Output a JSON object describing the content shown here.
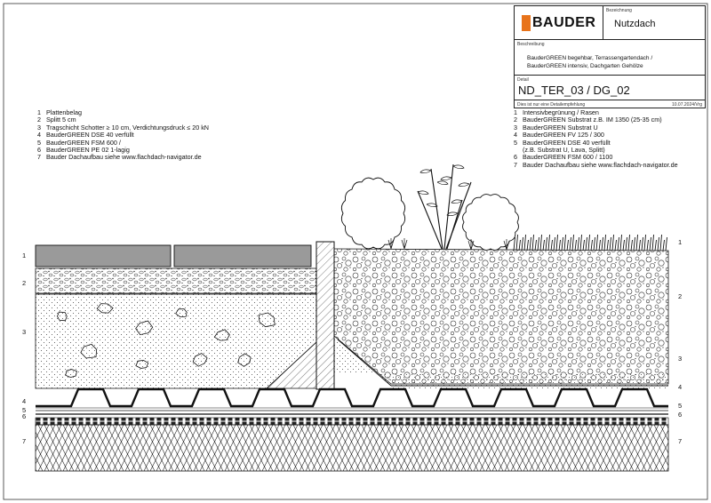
{
  "title_block": {
    "logo_text": "BAUDER",
    "designation_caption": "Bezeichnung",
    "designation": "Nutzdach",
    "description_caption": "Beschreibung",
    "description_line1": "BauderGREEN begehbar, Terrassengartendach /",
    "description_line2": "BauderGREEN intensiv, Dachgarten Gehölze",
    "detail_caption": "Detail",
    "detail_code": "ND_TER_03 / DG_02",
    "footer_note": "Dies ist nur eine Detailempfehlung",
    "date": "10.07.2024/Vrg"
  },
  "legend_left": [
    {
      "n": "1",
      "text": "Plattenbelag"
    },
    {
      "n": "2",
      "text": "Splitt 5 cm"
    },
    {
      "n": "3",
      "text": "Tragschicht Schotter ≥ 10 cm, Verdichtungsdruck ≤ 20 kN"
    },
    {
      "n": "4",
      "text": "BauderGREEN DSE 40 verfüllt"
    },
    {
      "n": "5",
      "text": "BauderGREEN FSM 600 /"
    },
    {
      "n": "6",
      "text": "BauderGREEN PE 02 1-lagig"
    },
    {
      "n": "7",
      "text": "Bauder Dachaufbau siehe www.flachdach-navigator.de"
    }
  ],
  "legend_right": [
    {
      "n": "1",
      "text": "Intensivbegrünung / Rasen"
    },
    {
      "n": "2",
      "text": "BauderGREEN Substrat z.B. IM 1350 (25-35 cm)"
    },
    {
      "n": "3",
      "text": "BauderGREEN Substrat U"
    },
    {
      "n": "4",
      "text": "BauderGREEN FV 125 / 300"
    },
    {
      "n": "5",
      "text": "BauderGREEN DSE 40 verfüllt"
    },
    {
      "n": "",
      "text": "(z.B. Substrat U, Lava, Splitt)"
    },
    {
      "n": "6",
      "text": "BauderGREEN FSM 600 / 1100"
    },
    {
      "n": "7",
      "text": "Bauder Dachaufbau siehe www.flachdach-navigator.de"
    }
  ],
  "layer_labels_left": [
    "1",
    "2",
    "3",
    "4",
    "5",
    "6",
    "7"
  ],
  "layer_labels_right": [
    "1",
    "2",
    "3",
    "4",
    "5",
    "6",
    "7"
  ],
  "colors": {
    "logo_orange": "#e8731a",
    "paving": "#9a9a9a",
    "line": "#111111"
  }
}
